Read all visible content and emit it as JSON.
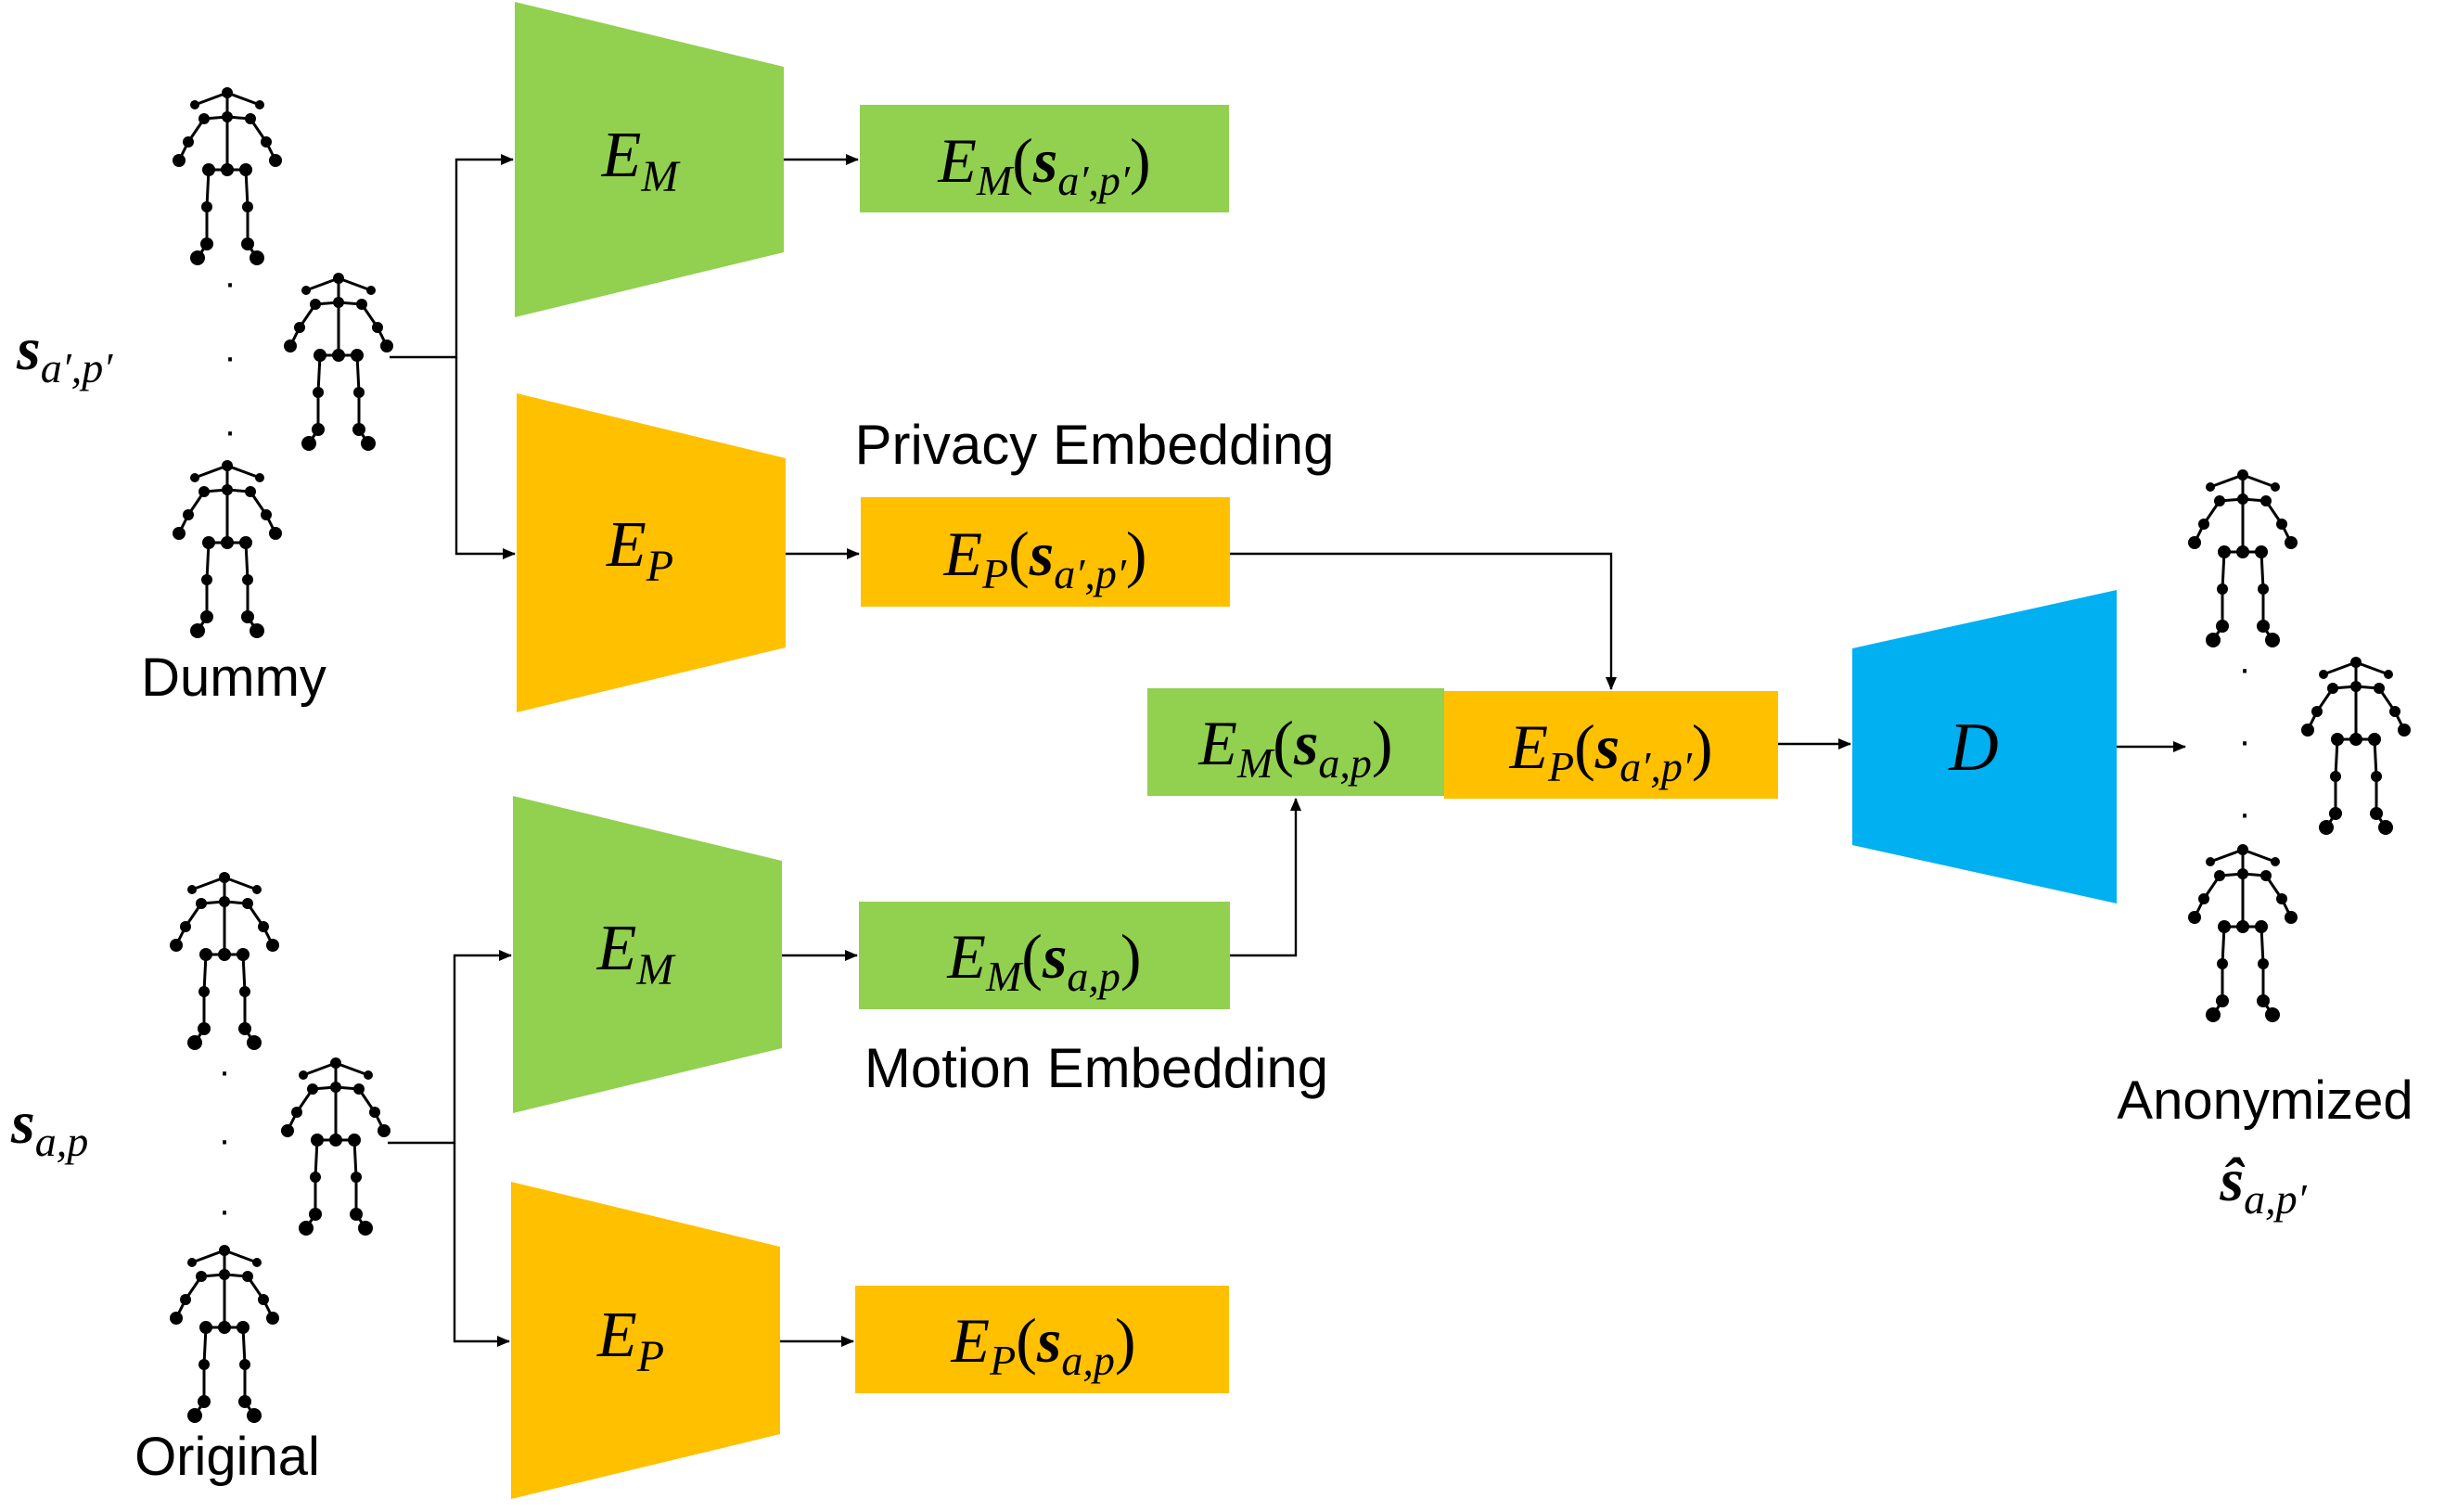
{
  "colors": {
    "motion": "#92D050",
    "privacy": "#FFC000",
    "decoder": "#00B0F0",
    "line": "#000000"
  },
  "labels": {
    "dummy_group": "Dummy",
    "original_group": "Original",
    "privacy_embedding": "Privacy Embedding",
    "motion_embedding": "Motion Embedding",
    "anonymized": "Anonymized"
  },
  "symbols": {
    "dummy_input": "s",
    "dummy_input_sub": "a′,p′",
    "original_input": "s",
    "original_input_sub": "a,p",
    "anonymized_output": "ŝ",
    "anonymized_output_sub": "a,p′"
  },
  "blocks": {
    "em_top": {
      "main": "E",
      "sub": "M"
    },
    "ep_top": {
      "main": "E",
      "sub": "P"
    },
    "em_bottom": {
      "main": "E",
      "sub": "M"
    },
    "ep_bottom": {
      "main": "E",
      "sub": "P"
    },
    "decoder": {
      "main": "D"
    }
  },
  "embeddings": {
    "em_dummy": {
      "func": "E",
      "func_sub": "M",
      "open": "(",
      "arg": "s",
      "arg_sub": "a′,p′",
      "close": ")"
    },
    "ep_dummy": {
      "func": "E",
      "func_sub": "P",
      "open": "(",
      "arg": "s",
      "arg_sub": "a′,p′",
      "close": ")"
    },
    "em_orig": {
      "func": "E",
      "func_sub": "M",
      "open": "(",
      "arg": "s",
      "arg_sub": "a,p",
      "close": ")"
    },
    "ep_orig": {
      "func": "E",
      "func_sub": "P",
      "open": "(",
      "arg": "s",
      "arg_sub": "a,p",
      "close": ")"
    },
    "combo_em": {
      "func": "E",
      "func_sub": "M",
      "open": "(",
      "arg": "s",
      "arg_sub": "a,p",
      "close": ")"
    },
    "combo_ep": {
      "func": "E",
      "func_sub": "P",
      "open": "(",
      "arg": "s",
      "arg_sub": "a′,p′",
      "close": ")"
    }
  },
  "ellipsis": "·"
}
